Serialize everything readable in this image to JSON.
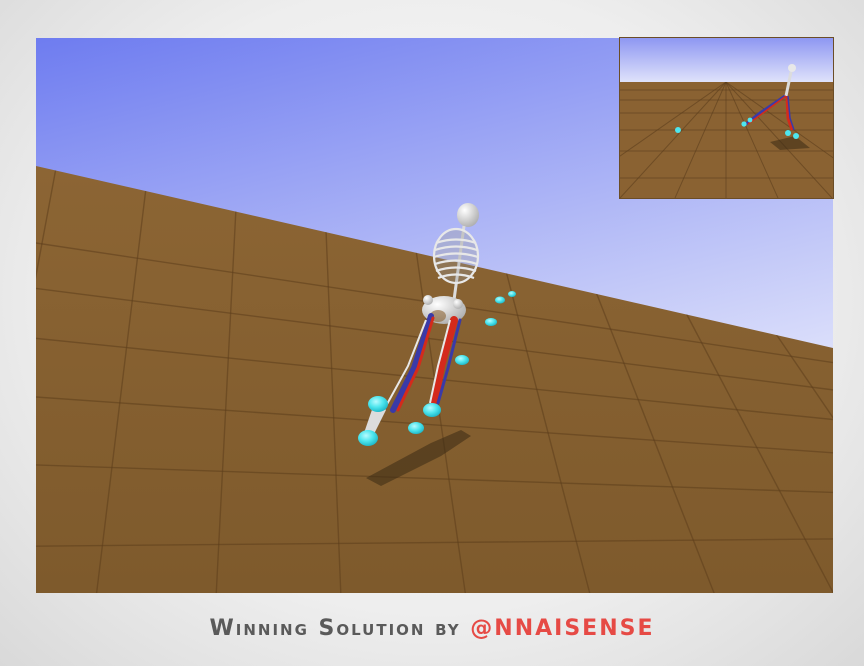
{
  "caption": {
    "text": "Winning Solution by",
    "handle": "@NNAISENSE"
  },
  "scene": {
    "sky_top_color": "#7a86f2",
    "sky_bottom_color": "#f4f5fd",
    "ground_color": "#8a6232",
    "grid_line_color": "#5c3e1c",
    "muscle_red": "#d42a1c",
    "muscle_blue": "#3a3aa8",
    "marker_color": "#4ee6ee",
    "bone_color": "#e6e6e6"
  },
  "views": {
    "main": "main-camera-view",
    "inset": "overview-camera-inset"
  },
  "colors": {
    "caption_text": "#5a5a5a",
    "caption_handle": "#e64a45"
  }
}
